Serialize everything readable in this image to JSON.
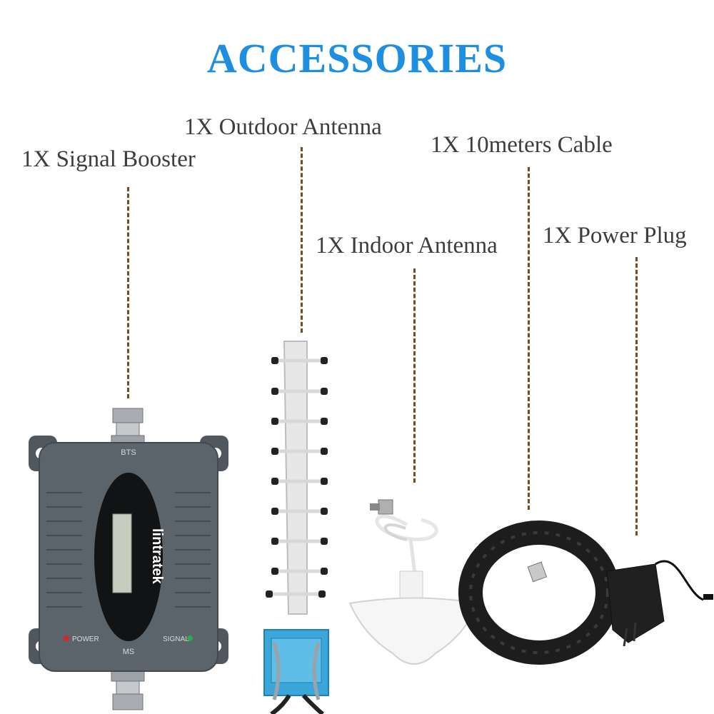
{
  "title": "ACCESSORIES",
  "items": [
    {
      "label": "1X Signal Booster"
    },
    {
      "label": "1X Outdoor Antenna"
    },
    {
      "label": "1X 10meters Cable"
    },
    {
      "label": "1X Indoor Antenna"
    },
    {
      "label": "1X Power Plug"
    }
  ],
  "device": {
    "brand": "lintratek",
    "port_top": "BTS",
    "port_bottom": "MS",
    "power_label": "POWER",
    "signal_label": "SIGNAL"
  },
  "colors": {
    "title": "#1e8fe0",
    "label": "#3d3d3d",
    "leader": "#7a4a1c",
    "booster_body": "#5b636b",
    "mount_box": "#3aa6d9"
  }
}
